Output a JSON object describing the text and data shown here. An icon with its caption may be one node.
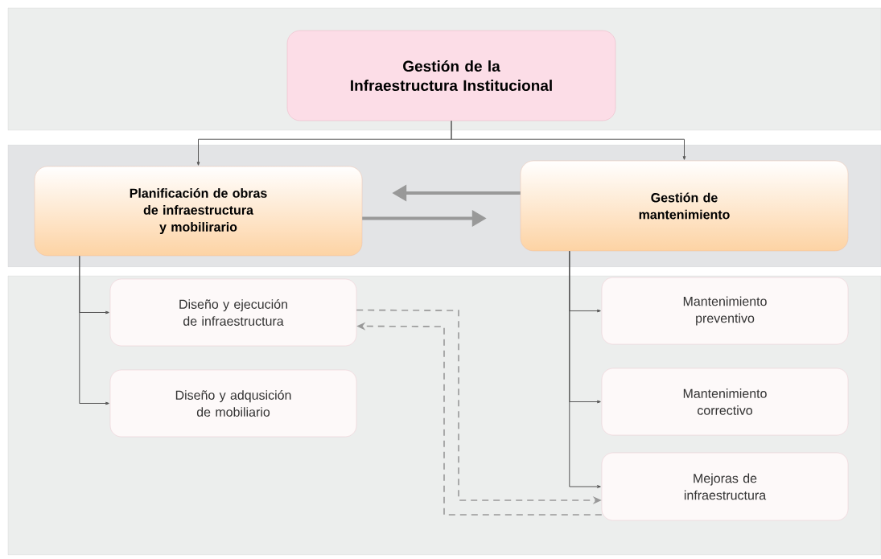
{
  "diagram": {
    "nodes": [
      {
        "text": [
          "Gestión de la Infraestructura Institucional"
        ]
      },
      {
        "text": [
          "Planificación de obras de infraestructura y mobilirario"
        ]
      },
      {
        "text": [
          "Gestión de mantenimiento"
        ]
      },
      {
        "text": [
          "Diseño y ejecución de infraestructura"
        ]
      },
      {
        "text": [
          "Diseño y adqusición de mobiliario"
        ]
      },
      {
        "text": [
          "Mantenimiento preventivo"
        ]
      },
      {
        "text": [
          "Mantenimiento correctivo"
        ]
      },
      {
        "text": [
          "Mejoras de infraestructura"
        ]
      }
    ],
    "edges": [
      {
        "from": 0,
        "to": 1,
        "arrow": "to"
      },
      {
        "from": 0,
        "to": 2,
        "arrow": "to"
      },
      {
        "from": 2,
        "to": 1,
        "arrow": "to",
        "style": "thick",
        "color": "#999999"
      },
      {
        "from": 1,
        "to": 2,
        "arrow": "to",
        "style": "thick",
        "color": "#999999"
      },
      {
        "from": 1,
        "to": 3,
        "arrow": "to"
      },
      {
        "from": 1,
        "to": 4,
        "arrow": "to"
      },
      {
        "from": 2,
        "to": 5,
        "arrow": "to"
      },
      {
        "from": 2,
        "to": 6,
        "arrow": "to"
      },
      {
        "from": 2,
        "to": 7,
        "arrow": "to"
      },
      {
        "from": 3,
        "to": 7,
        "arrow": "to",
        "style": "dashed",
        "color": "#999999"
      },
      {
        "from": 7,
        "to": 3,
        "arrow": "to",
        "style": "dashed",
        "color": "#999999"
      }
    ]
  }
}
